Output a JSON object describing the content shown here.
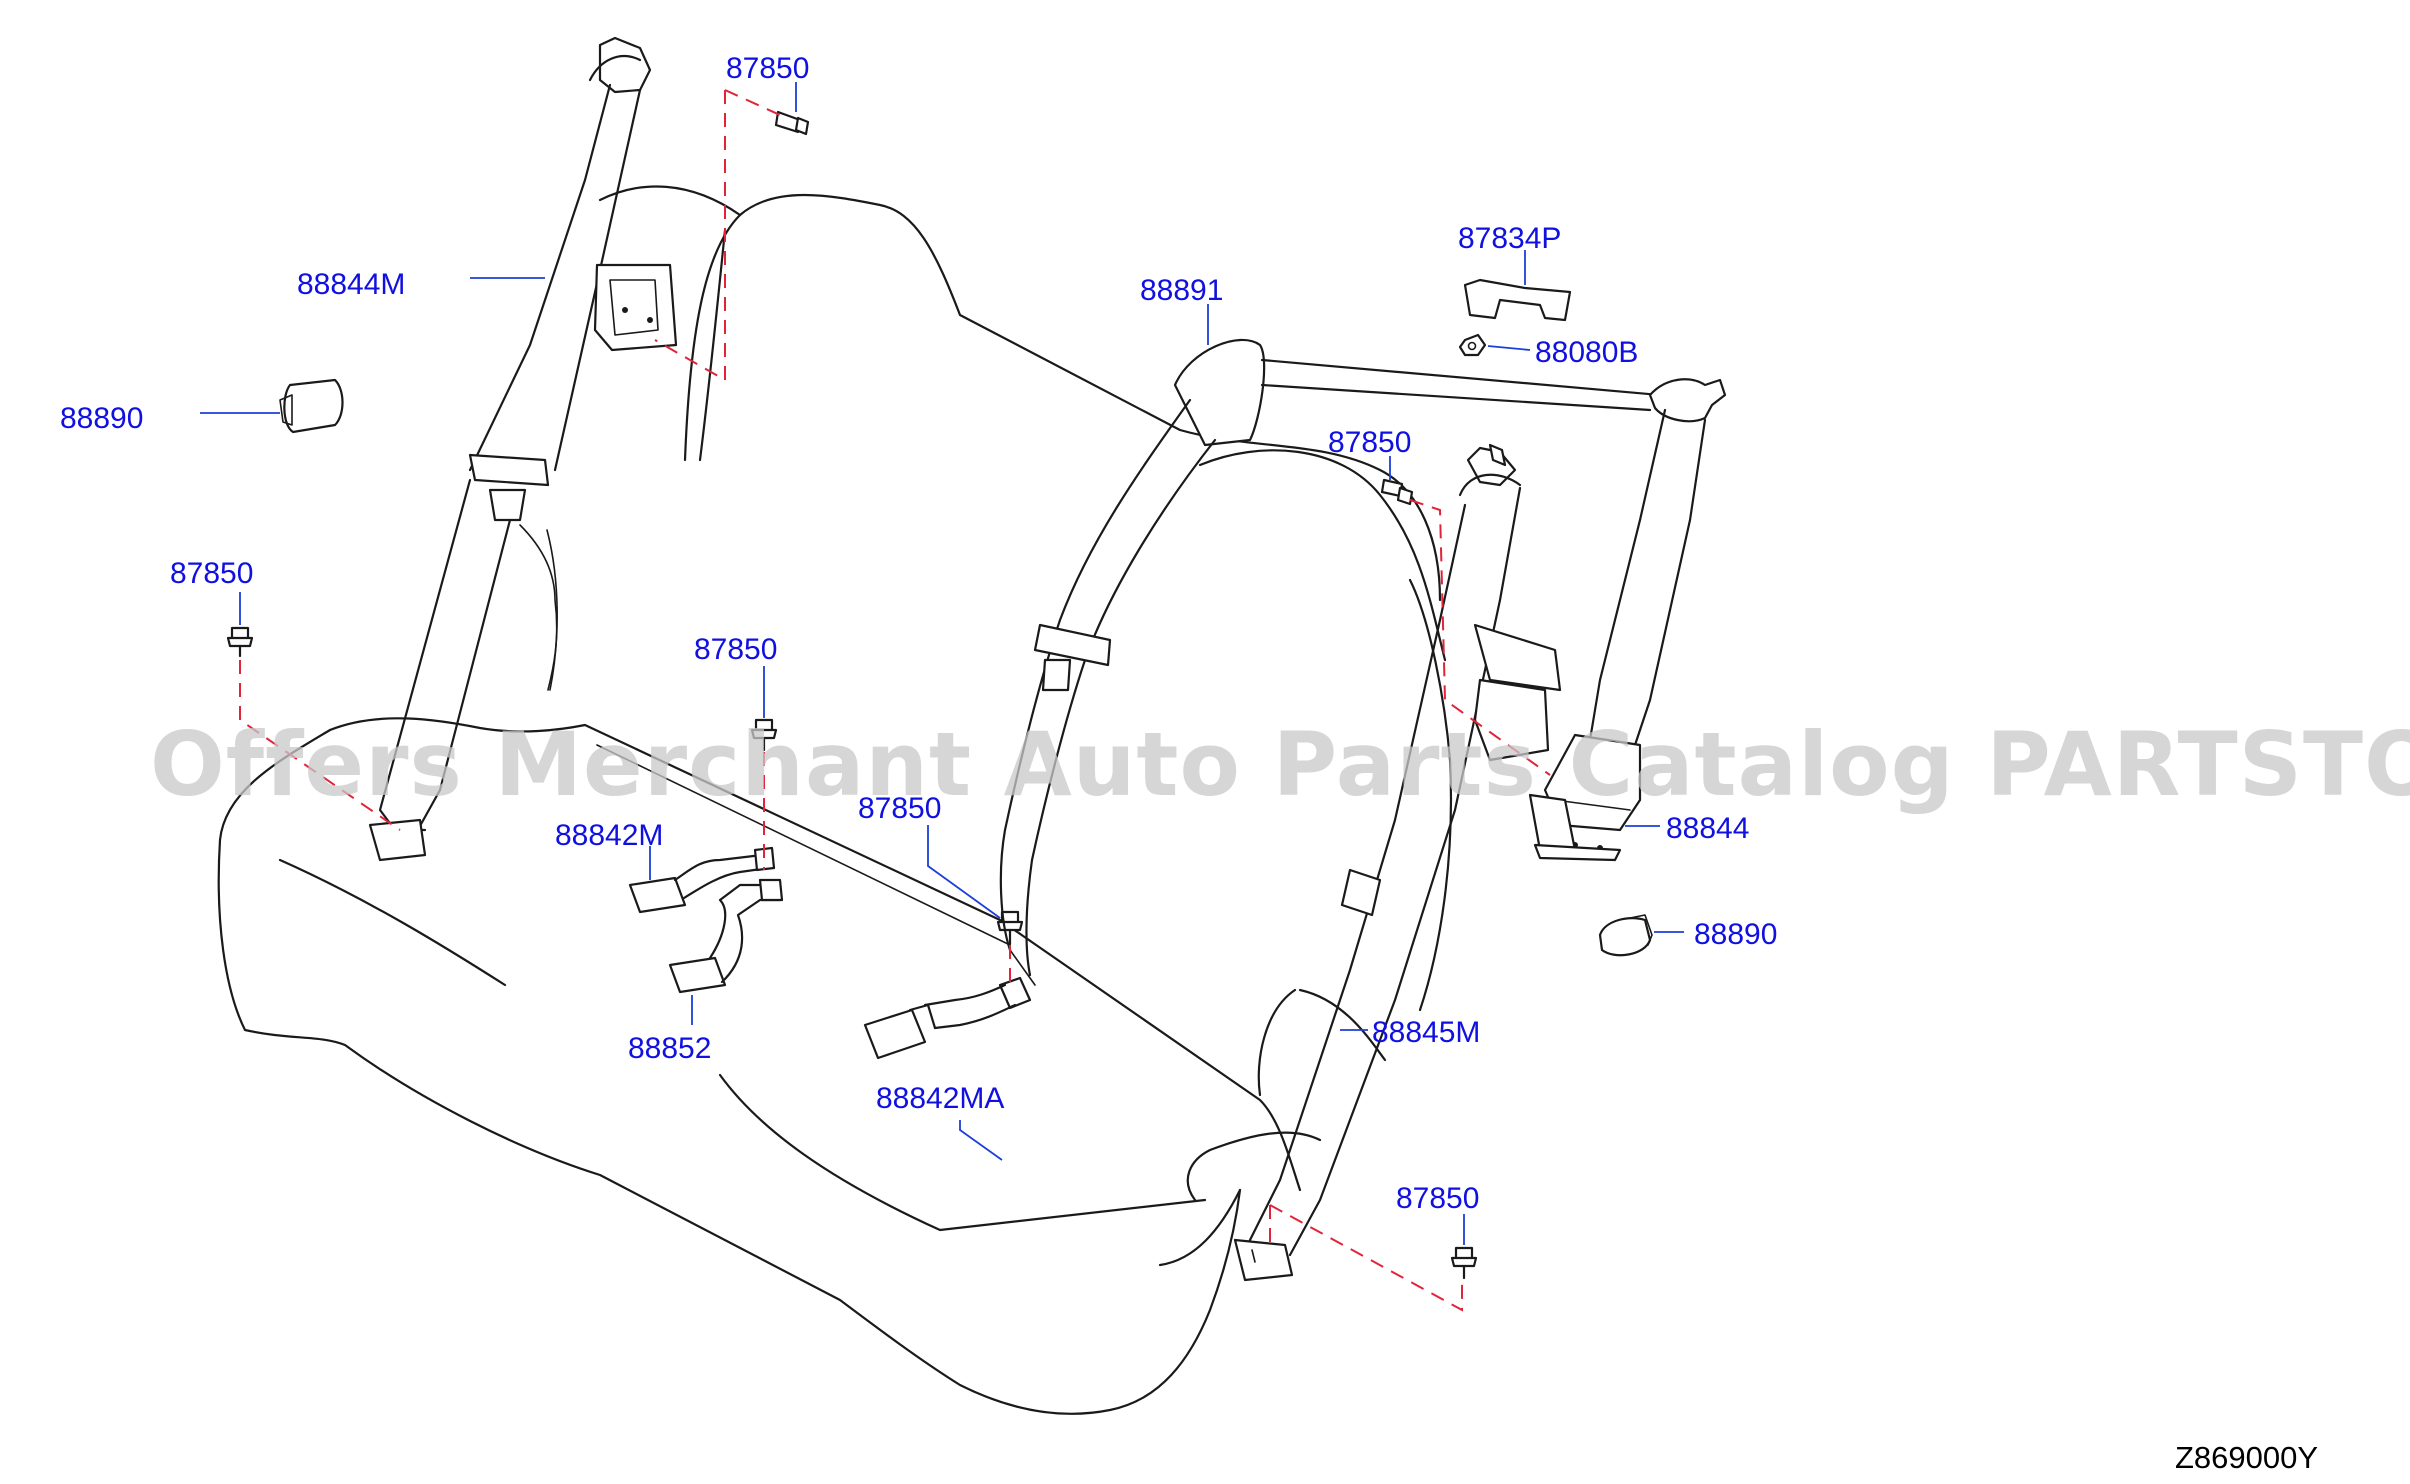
{
  "watermark": "Offers Merchant Auto Parts Catalog PARTSTORE.SA",
  "diagram_code": "Z869000Y",
  "colors": {
    "label": "#1010e0",
    "leader": "#1c3fd8",
    "dashed_guide": "#e0243a",
    "linework": "#1a1a1a",
    "watermark": "#c9c9c9"
  },
  "labels": [
    {
      "id": "87850-top",
      "text": "87850"
    },
    {
      "id": "88844M",
      "text": "88844M"
    },
    {
      "id": "88890-left",
      "text": "88890"
    },
    {
      "id": "87850-left",
      "text": "87850"
    },
    {
      "id": "87850-center",
      "text": "87850"
    },
    {
      "id": "88842M",
      "text": "88842M"
    },
    {
      "id": "88852",
      "text": "88852"
    },
    {
      "id": "87850-mid",
      "text": "87850"
    },
    {
      "id": "88842MA",
      "text": "88842MA"
    },
    {
      "id": "88891",
      "text": "88891"
    },
    {
      "id": "87834P",
      "text": "87834P"
    },
    {
      "id": "88080B",
      "text": "88080B"
    },
    {
      "id": "87850-right",
      "text": "87850"
    },
    {
      "id": "88844",
      "text": "88844"
    },
    {
      "id": "88890-right",
      "text": "88890"
    },
    {
      "id": "88845M",
      "text": "88845M"
    },
    {
      "id": "87850-bottom",
      "text": "87850"
    }
  ]
}
